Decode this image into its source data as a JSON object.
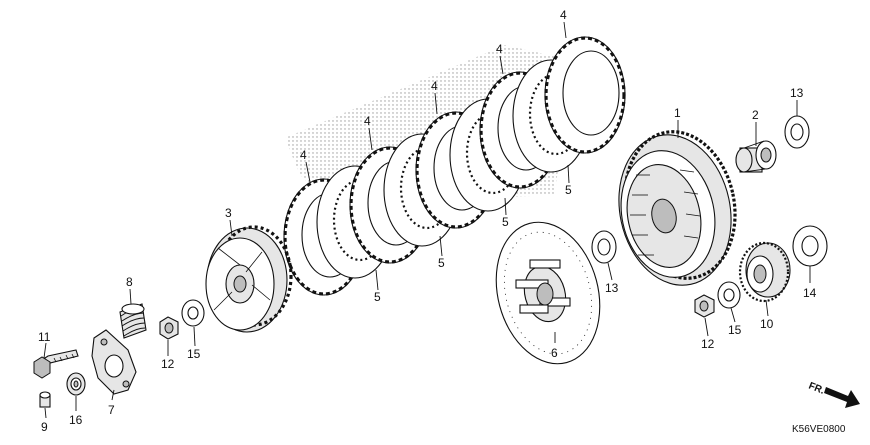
{
  "callouts": [
    {
      "id": "c1",
      "text": "1"
    },
    {
      "id": "c2",
      "text": "2"
    },
    {
      "id": "c3",
      "text": "3"
    },
    {
      "id": "c4a",
      "text": "4"
    },
    {
      "id": "c4b",
      "text": "4"
    },
    {
      "id": "c4c",
      "text": "4"
    },
    {
      "id": "c4d",
      "text": "4"
    },
    {
      "id": "c4e",
      "text": "4"
    },
    {
      "id": "c5a",
      "text": "5"
    },
    {
      "id": "c5b",
      "text": "5"
    },
    {
      "id": "c5c",
      "text": "5"
    },
    {
      "id": "c5d",
      "text": "5"
    },
    {
      "id": "c6",
      "text": "6"
    },
    {
      "id": "c7",
      "text": "7"
    },
    {
      "id": "c8",
      "text": "8"
    },
    {
      "id": "c9",
      "text": "9"
    },
    {
      "id": "c10",
      "text": "10"
    },
    {
      "id": "c11",
      "text": "11"
    },
    {
      "id": "c12a",
      "text": "12"
    },
    {
      "id": "c12b",
      "text": "12"
    },
    {
      "id": "c13a",
      "text": "13"
    },
    {
      "id": "c13b",
      "text": "13"
    },
    {
      "id": "c14",
      "text": "14"
    },
    {
      "id": "c15a",
      "text": "15"
    },
    {
      "id": "c15b",
      "text": "15"
    },
    {
      "id": "c16",
      "text": "16"
    }
  ],
  "direction_label": "FR.",
  "diagram_code": "K56VE0800"
}
